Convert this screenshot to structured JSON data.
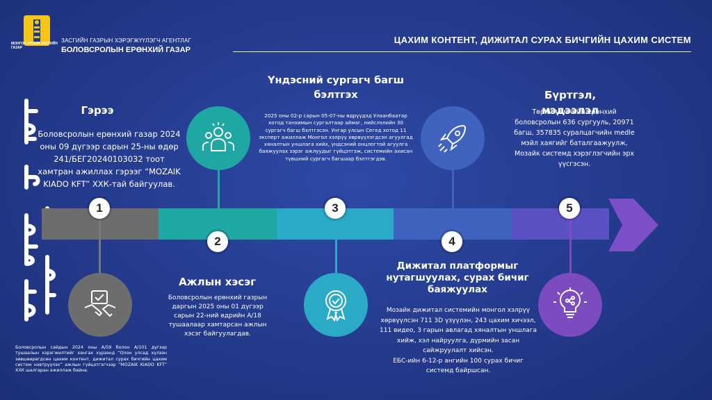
{
  "header": {
    "logo_caption": "МОНГОЛ УЛСЫН ЗАСГИЙН ГАЗАР",
    "org_line1": "ЗАСГИЙН ГАЗРЫН ХЭРЭГЖҮҮЛЭГЧ АГЕНТЛАГ",
    "org_line2": "БОЛОВСРОЛЫН ЕРӨНХИЙ ГАЗАР",
    "title": "ЦАХИМ КОНТЕНТ, ДИЖИТАЛ СУРАХ БИЧГИЙН ЦАХИМ СИСТЕМ"
  },
  "colors": {
    "step1": "#6d6d6d",
    "step2": "#1fa8a3",
    "step3": "#2aaac7",
    "step4": "#3f63bf",
    "step5": "#7c4bbf"
  },
  "steps": [
    {
      "number": "1",
      "icon": "handshake-icon",
      "title": "Гэрээ",
      "text": "Боловсролын ерөнхий газар 2024 оны 09 дүгээр сарын 25-ны өдөр 241/БЕГ20240103032 тоот хамтран ажиллах гэрээг “MOZAIK KIADO KFT” ХХК-тай байгуулав."
    },
    {
      "number": "2",
      "icon": "team-icon",
      "title": "Ажлын хэсэг",
      "text": "Боловсролын ерөнхий газрын даргын 2025 оны 01 дүгээр сарын 22-ний өдрийн А/18 тушаалаар хамтарсан ажлын хэсэг байгуулагдав."
    },
    {
      "number": "3",
      "icon": "certificate-icon",
      "title": "Үндэсний сургагч багш бэлтгэх",
      "text": "2025 оны 02-р сарын 05-07-ны өдрүүдэд Улаанбаатар хотод танхимын сургалтаар аймаг, нийслэлийн 30 сургагч багш бэлтгэсэн. Унгар улсын Сегед хотод 11 эксперт ажиллаж Монгол хэлрүү хөрвүүлэгдсэн агуулгад хяналтын уншлага хийх, үндсэний онцлогтой агуулга баяжуулах зэрэг ажлуудыг гүйцэтгэж, системийн ахисан түвшний сургагч багшаар бэлтгэгдэв."
    },
    {
      "number": "4",
      "icon": "rocket-icon",
      "title": "Дижитал платформыг нутагшуулах, сурах бичиг баяжуулах",
      "text": "Мозайк дижитал системийн монгол хэлрүү хөрвүүлсэн 711 3D үзүүлэн, 243 цахим хичээл, 111 видео, 3 гарын авлагад хяналтын уншлага хийж, хэл найруулга, дүрмийн засан сайжруулалт хийсэн.\nЕБС-ийн 6-12-р ангийн 100 сурах бичиг системд байршсан."
    },
    {
      "number": "5",
      "icon": "lightbulb-icon",
      "title": "Бүртгэл, мэдээлэл",
      "text": "Төрийн өмчийн ерөнхий боловсролын 636 сургууль, 20971 багш, 357835 суралцагчийн medle мэйл хаягийг баталгаажуулж, Мозайк системд хэрэглэгчийн эрх үүсгэсэн."
    }
  ],
  "footnote": "Боловсролын сайдын 2024 оны А/59 болон А/101 дүгээр тушаалын хэрэгжилтийг хангах хүрээнд “Олон улсад хүлээн зөвшөөрөгдсөн цахим контент, дижитал сурах бичгийн цахим систем нэвтрүүлэх” ажлын гүйцэтгэгчээр “MOZAIK KIADO KFT” ХХК шалгаран ажиллаж байна."
}
